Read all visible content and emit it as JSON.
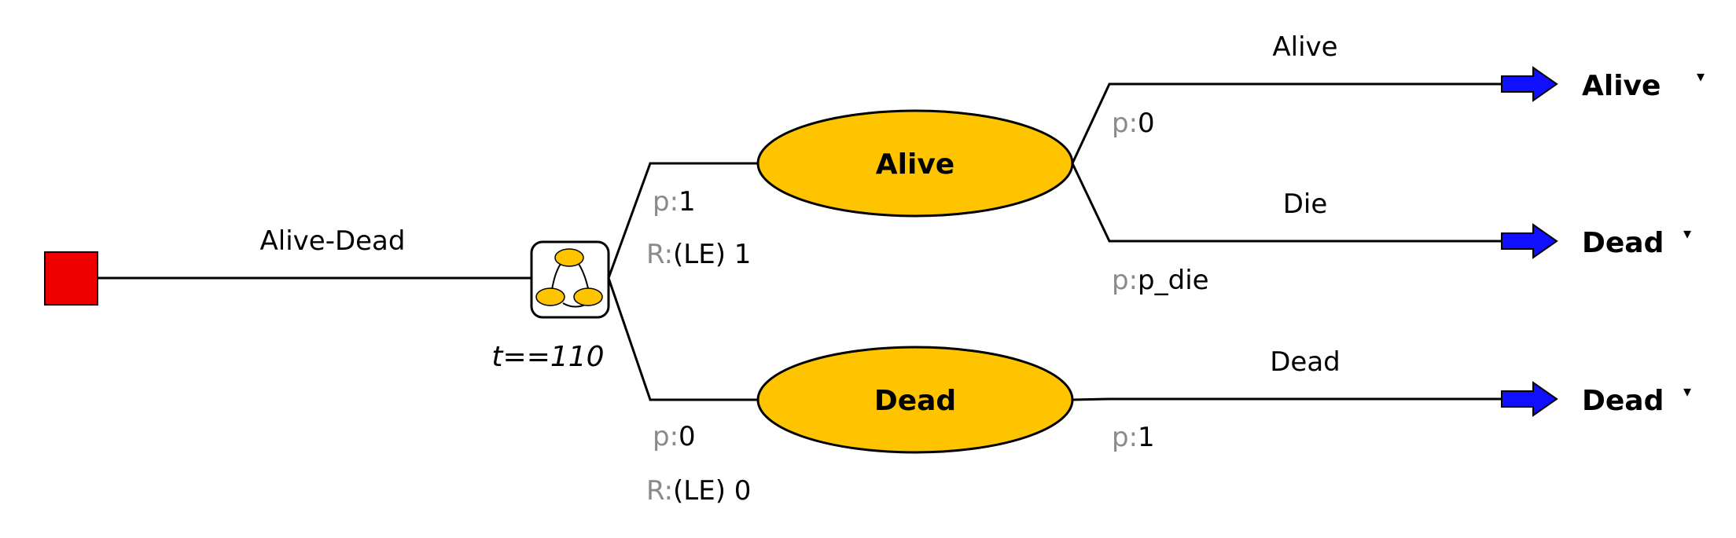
{
  "colors": {
    "decision": "#ee0000",
    "chance": "#ffc400",
    "terminal_arrow": "#1010ff",
    "line": "#000000",
    "prefix": "#8a8a8a"
  },
  "root": {
    "shape": "square",
    "branch_label": "Alive-Dead"
  },
  "markov": {
    "icon": "markov-icon",
    "termination": "t==110"
  },
  "states": [
    {
      "title": "Alive",
      "p_prefix": "p:",
      "p_value": "1",
      "r_prefix": "R:",
      "r_value": "(LE) 1",
      "branches": [
        {
          "label": "Alive",
          "p_prefix": "p:",
          "p_value": "0",
          "terminal": "Alive",
          "terminal_marker": "▾"
        },
        {
          "label": "Die",
          "p_prefix": "p:",
          "p_value": "p_die",
          "terminal": "Dead",
          "terminal_marker": "▾"
        }
      ]
    },
    {
      "title": "Dead",
      "p_prefix": "p:",
      "p_value": "0",
      "r_prefix": "R:",
      "r_value": "(LE) 0",
      "branches": [
        {
          "label": "Dead",
          "p_prefix": "p:",
          "p_value": "1",
          "terminal": "Dead",
          "terminal_marker": "▾"
        }
      ]
    }
  ]
}
